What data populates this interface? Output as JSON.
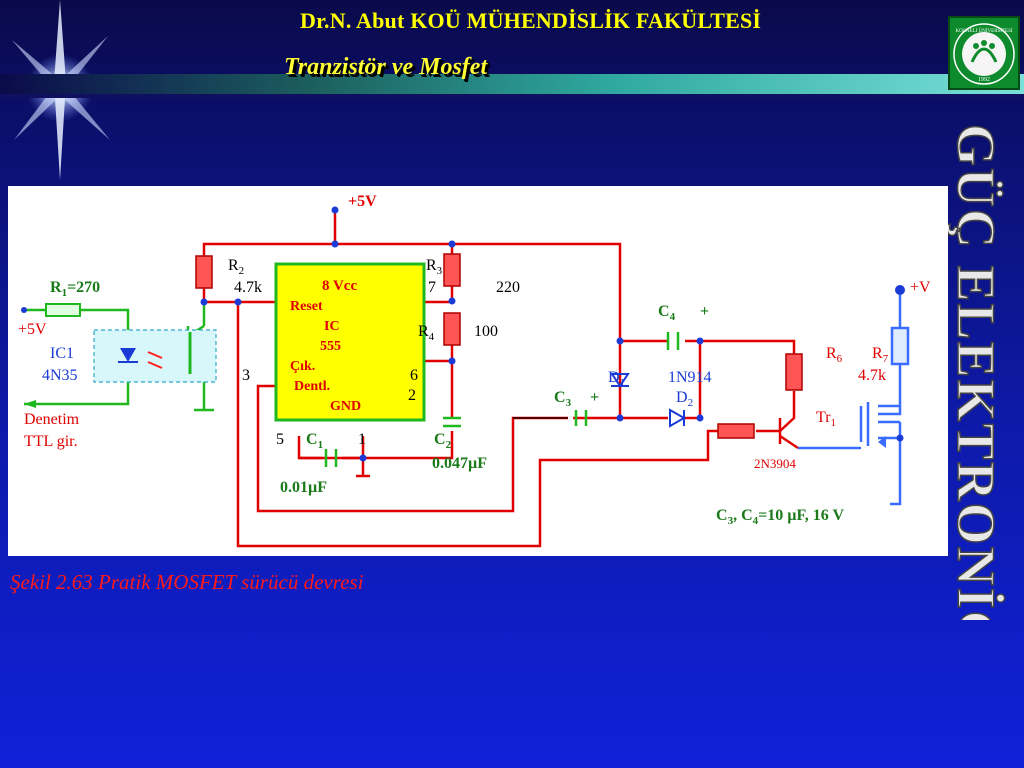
{
  "slide": {
    "header": "Dr.N. Abut KOÜ MÜHENDİSLİK FAKÜLTESİ",
    "subtitle": "Tranzistör ve Mosfet",
    "side_title": "GÜÇ ELEKTRONİĞİ",
    "caption": "Şekil 2.63 Pratik MOSFET sürücü devresi"
  },
  "circuit": {
    "vcc_label": "+5V",
    "r1": "R",
    "r1_sub": "1",
    "r1_val": "=270",
    "plus5v_left": "+5V",
    "ic1": "IC1",
    "ic1_part": "4N35",
    "denetim": "Denetim",
    "ttl": "TTL gir.",
    "r2": "R",
    "r2_sub": "2",
    "r2_val": "4.7k",
    "r3": "R",
    "r3_sub": "3",
    "r3_val": "220",
    "r4": "R",
    "r4_sub": "4",
    "r4_val": "100",
    "pin7": "7",
    "pin6": "6",
    "pin2": "2",
    "pin3": "3",
    "pin5": "5",
    "pin1": "1",
    "ic_vcc": "8 Vcc",
    "ic_reset": "Reset",
    "ic_ic": "IC",
    "ic_555": "555",
    "ic_cik": "Çık.",
    "ic_dentl": "Dentl.",
    "ic_gnd": "GND",
    "c1": "C",
    "c1_sub": "1",
    "c1_val": "0.01µF",
    "c2": "C",
    "c2_sub": "2",
    "c2_val": "0.047µF",
    "c3": "C",
    "c3_sub": "3",
    "c3_plus": "+",
    "c4": "C",
    "c4_sub": "4",
    "c4_plus": "+",
    "d1": "D",
    "d1_sub": "1",
    "diode_part": "1N914",
    "d2": "D",
    "d2_sub": "2",
    "r6": "R",
    "r6_sub": "6",
    "r7": "R",
    "r7_sub": "7",
    "r7_val": "4.7k",
    "tr1": "Tr",
    "tr1_sub": "1",
    "tr_part": "2N3904",
    "plus_v": "+V",
    "c34_note": "C",
    "c34_sub3": "3",
    "c34_mid": ", C",
    "c34_sub4": "4",
    "c34_val": "=10 µF, 16 V"
  },
  "logo": {
    "ring_text": "KOCAELİ ÜNİVERSİTESİ",
    "year": "1992"
  }
}
